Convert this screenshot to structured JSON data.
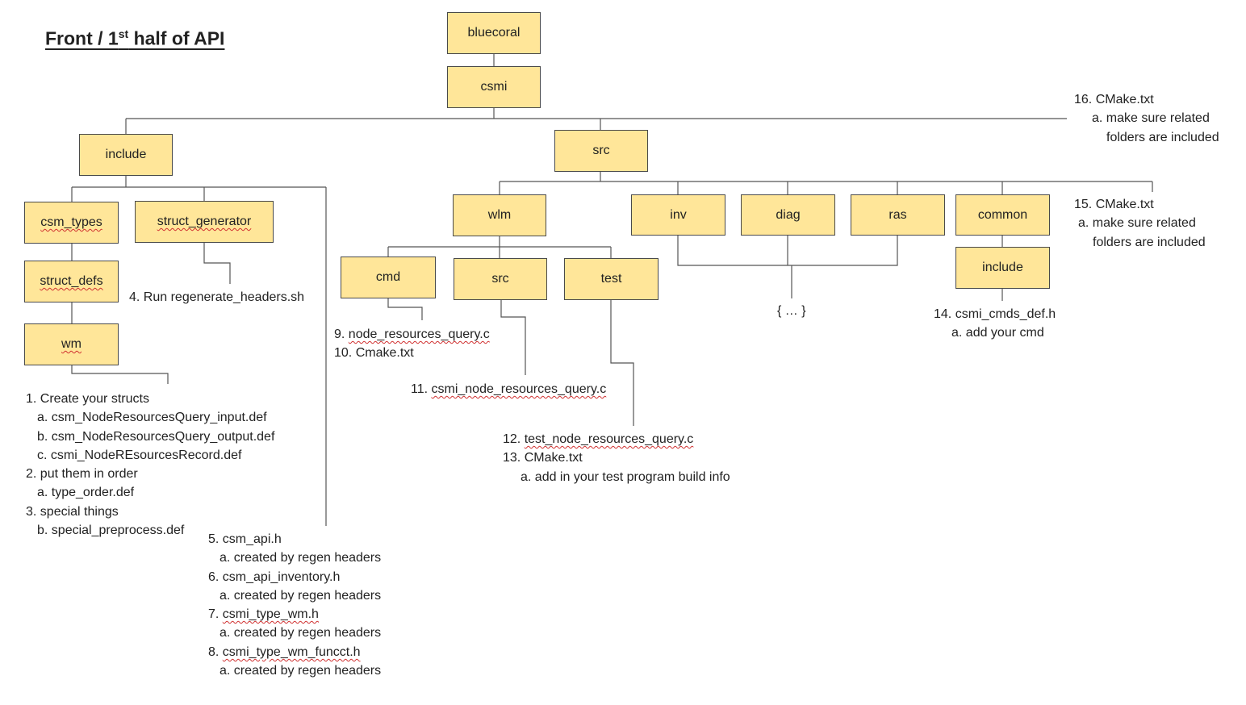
{
  "title": {
    "prefix": "Front / 1",
    "sup": "st",
    "suffix": " half of API"
  },
  "nodes": {
    "bluecoral": "bluecoral",
    "csmi": "csmi",
    "include": "include",
    "src": "src",
    "csm_types": "csm_types",
    "struct_generator": "struct_generator",
    "struct_defs": "struct_defs",
    "wm": "wm",
    "wlm": "wlm",
    "inv": "inv",
    "diag": "diag",
    "ras": "ras",
    "common": "common",
    "common_include": "include",
    "cmd": "cmd",
    "wlm_src": "src",
    "test": "test"
  },
  "notes": {
    "step_1": "1. Create your structs",
    "step_1a": "a. csm_NodeResourcesQuery_input.def",
    "step_1b": "b. csm_NodeResourcesQuery_output.def",
    "step_1c": "c. csmi_NodeREsourcesRecord.def",
    "step_2": "2. put them in order",
    "step_2a": "a. type_order.def",
    "step_3": "3. special things",
    "step_3b": "b. special_preprocess.def",
    "step_4": "4. Run regenerate_headers.sh",
    "step_5": "5. csm_api.h",
    "step_5a": "a. created by regen headers",
    "step_6": "6. csm_api_inventory.h",
    "step_6a": "a. created by regen headers",
    "step_7_num": "7. ",
    "step_7_file": "csmi_type_wm.h",
    "step_7a": "a. created by regen headers",
    "step_8_num": "8. ",
    "step_8_file": "csmi_type_wm_funcct.h",
    "step_8a": "a. created by regen headers",
    "step_9_num": "9. ",
    "step_9_file": "node_resources_query.c",
    "step_10": "10. Cmake.txt",
    "step_11_num": "11. ",
    "step_11_file": "csmi_node_resources_query.c",
    "step_12_num": "12. ",
    "step_12_file": "test_node_resources_query.c",
    "step_13": "13. CMake.txt",
    "step_13a": "a. add in your test program build info",
    "step_14": "14. csmi_cmds_def.h",
    "step_14a": "a. add your cmd",
    "step_15": "15. CMake.txt",
    "step_15a": "a. make sure related",
    "step_15a_cont": "folders are included",
    "step_16": "16. CMake.txt",
    "step_16a": "a. make sure related",
    "step_16a_cont": "folders are included",
    "ellipsis": "{ … }"
  }
}
